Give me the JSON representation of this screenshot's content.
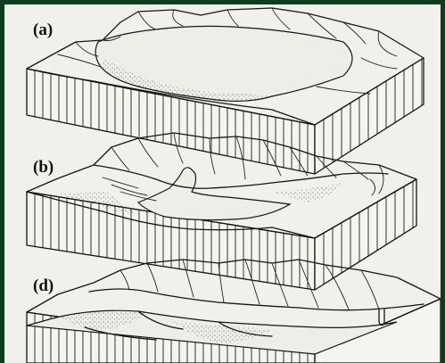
{
  "panels": [
    {
      "label": "(a)"
    },
    {
      "label": "(b)"
    },
    {
      "label": "(d)"
    }
  ],
  "colors": {
    "background": "#0f3b1f",
    "paper": "#f2f0ec",
    "ink": "#151515"
  }
}
